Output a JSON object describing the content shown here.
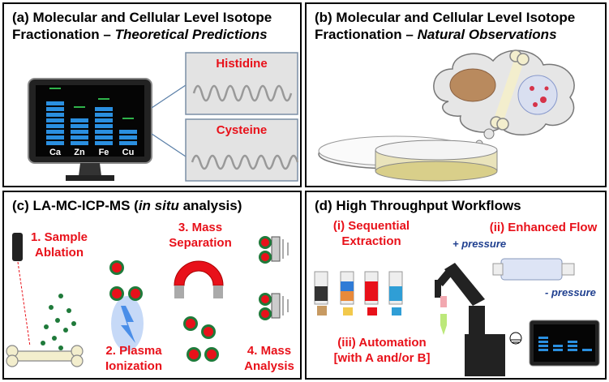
{
  "panel_a": {
    "title_prefix": "(a) Molecular and Cellular Level Isotope",
    "title_second": "Fractionation – ",
    "title_italic": "Theoretical Predictions",
    "monitor_labels": [
      "Ca",
      "Zn",
      "Fe",
      "Cu"
    ],
    "protein_1": "Histidine",
    "protein_2": "Cysteine"
  },
  "panel_b": {
    "title_prefix": "(b) Molecular and Cellular Level Isotope",
    "title_second": "Fractionation – ",
    "title_italic": "Natural Observations"
  },
  "panel_c": {
    "title_prefix": "(c) LA-MC-ICP-MS (",
    "title_italic": "in situ",
    "title_suffix": " analysis)",
    "step_1": [
      "1. Sample",
      "Ablation"
    ],
    "step_2": [
      "2. Plasma",
      "Ionization"
    ],
    "step_3": [
      "3. Mass",
      "Separation"
    ],
    "step_4": [
      "4. Mass",
      "Analysis"
    ]
  },
  "panel_d": {
    "title": "(d) High Throughput Workflows",
    "step_i": [
      "(i) Sequential",
      "Extraction"
    ],
    "step_ii": "(ii) Enhanced Flow",
    "plus_pressure": "+ pressure",
    "minus_pressure": "- pressure",
    "step_iii": [
      "(iii) Automation",
      "[with A and/or B]"
    ]
  },
  "colors": {
    "accent_red": "#e8111a",
    "pressure_blue": "#1f3f8f",
    "screen_bar": "#2a8fe0"
  }
}
